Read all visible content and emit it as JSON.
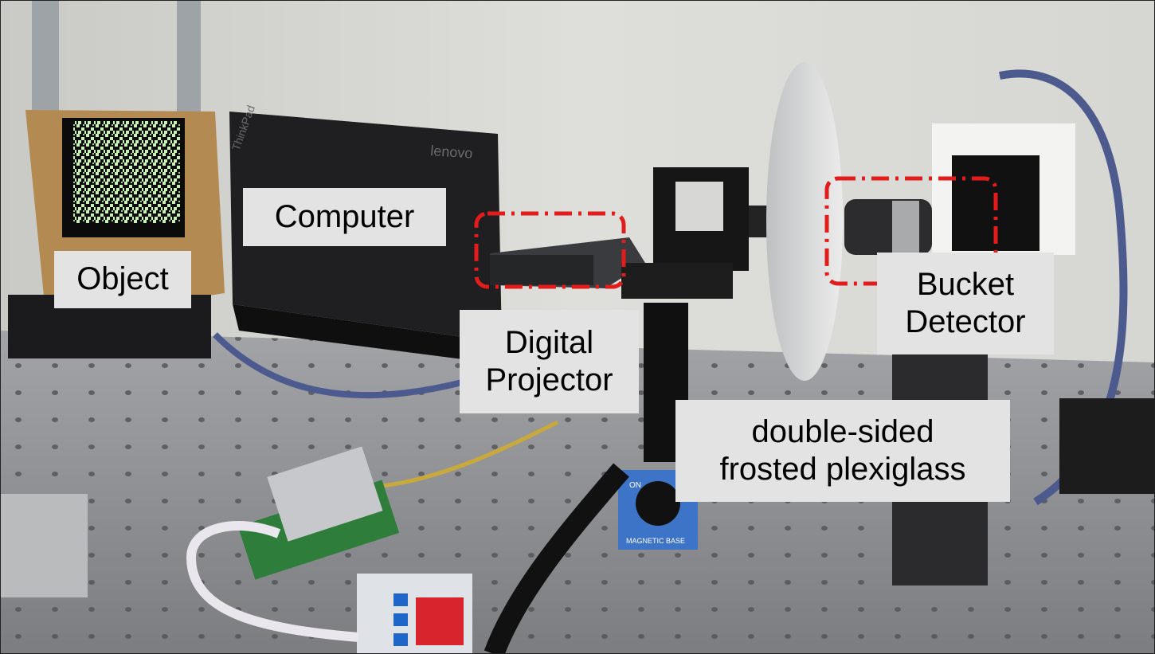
{
  "labels": {
    "object": "Object",
    "computer": "Computer",
    "projector": [
      "Digital",
      "Projector"
    ],
    "bucket_detector": [
      "Bucket",
      "Detector"
    ],
    "plexiglass": [
      "double-sided",
      "frosted plexiglass"
    ]
  },
  "photo_text": {
    "laptop_brand": "lenovo",
    "laptop_model": "ThinkPad",
    "magnetic_base": "MAGNETIC BASE",
    "base_knob": "ON"
  },
  "colors": {
    "label_background": "#e3e3e3",
    "highlight_box": "#e21b1b",
    "wall": "#dcdcd8",
    "table": "#8e8f92"
  }
}
